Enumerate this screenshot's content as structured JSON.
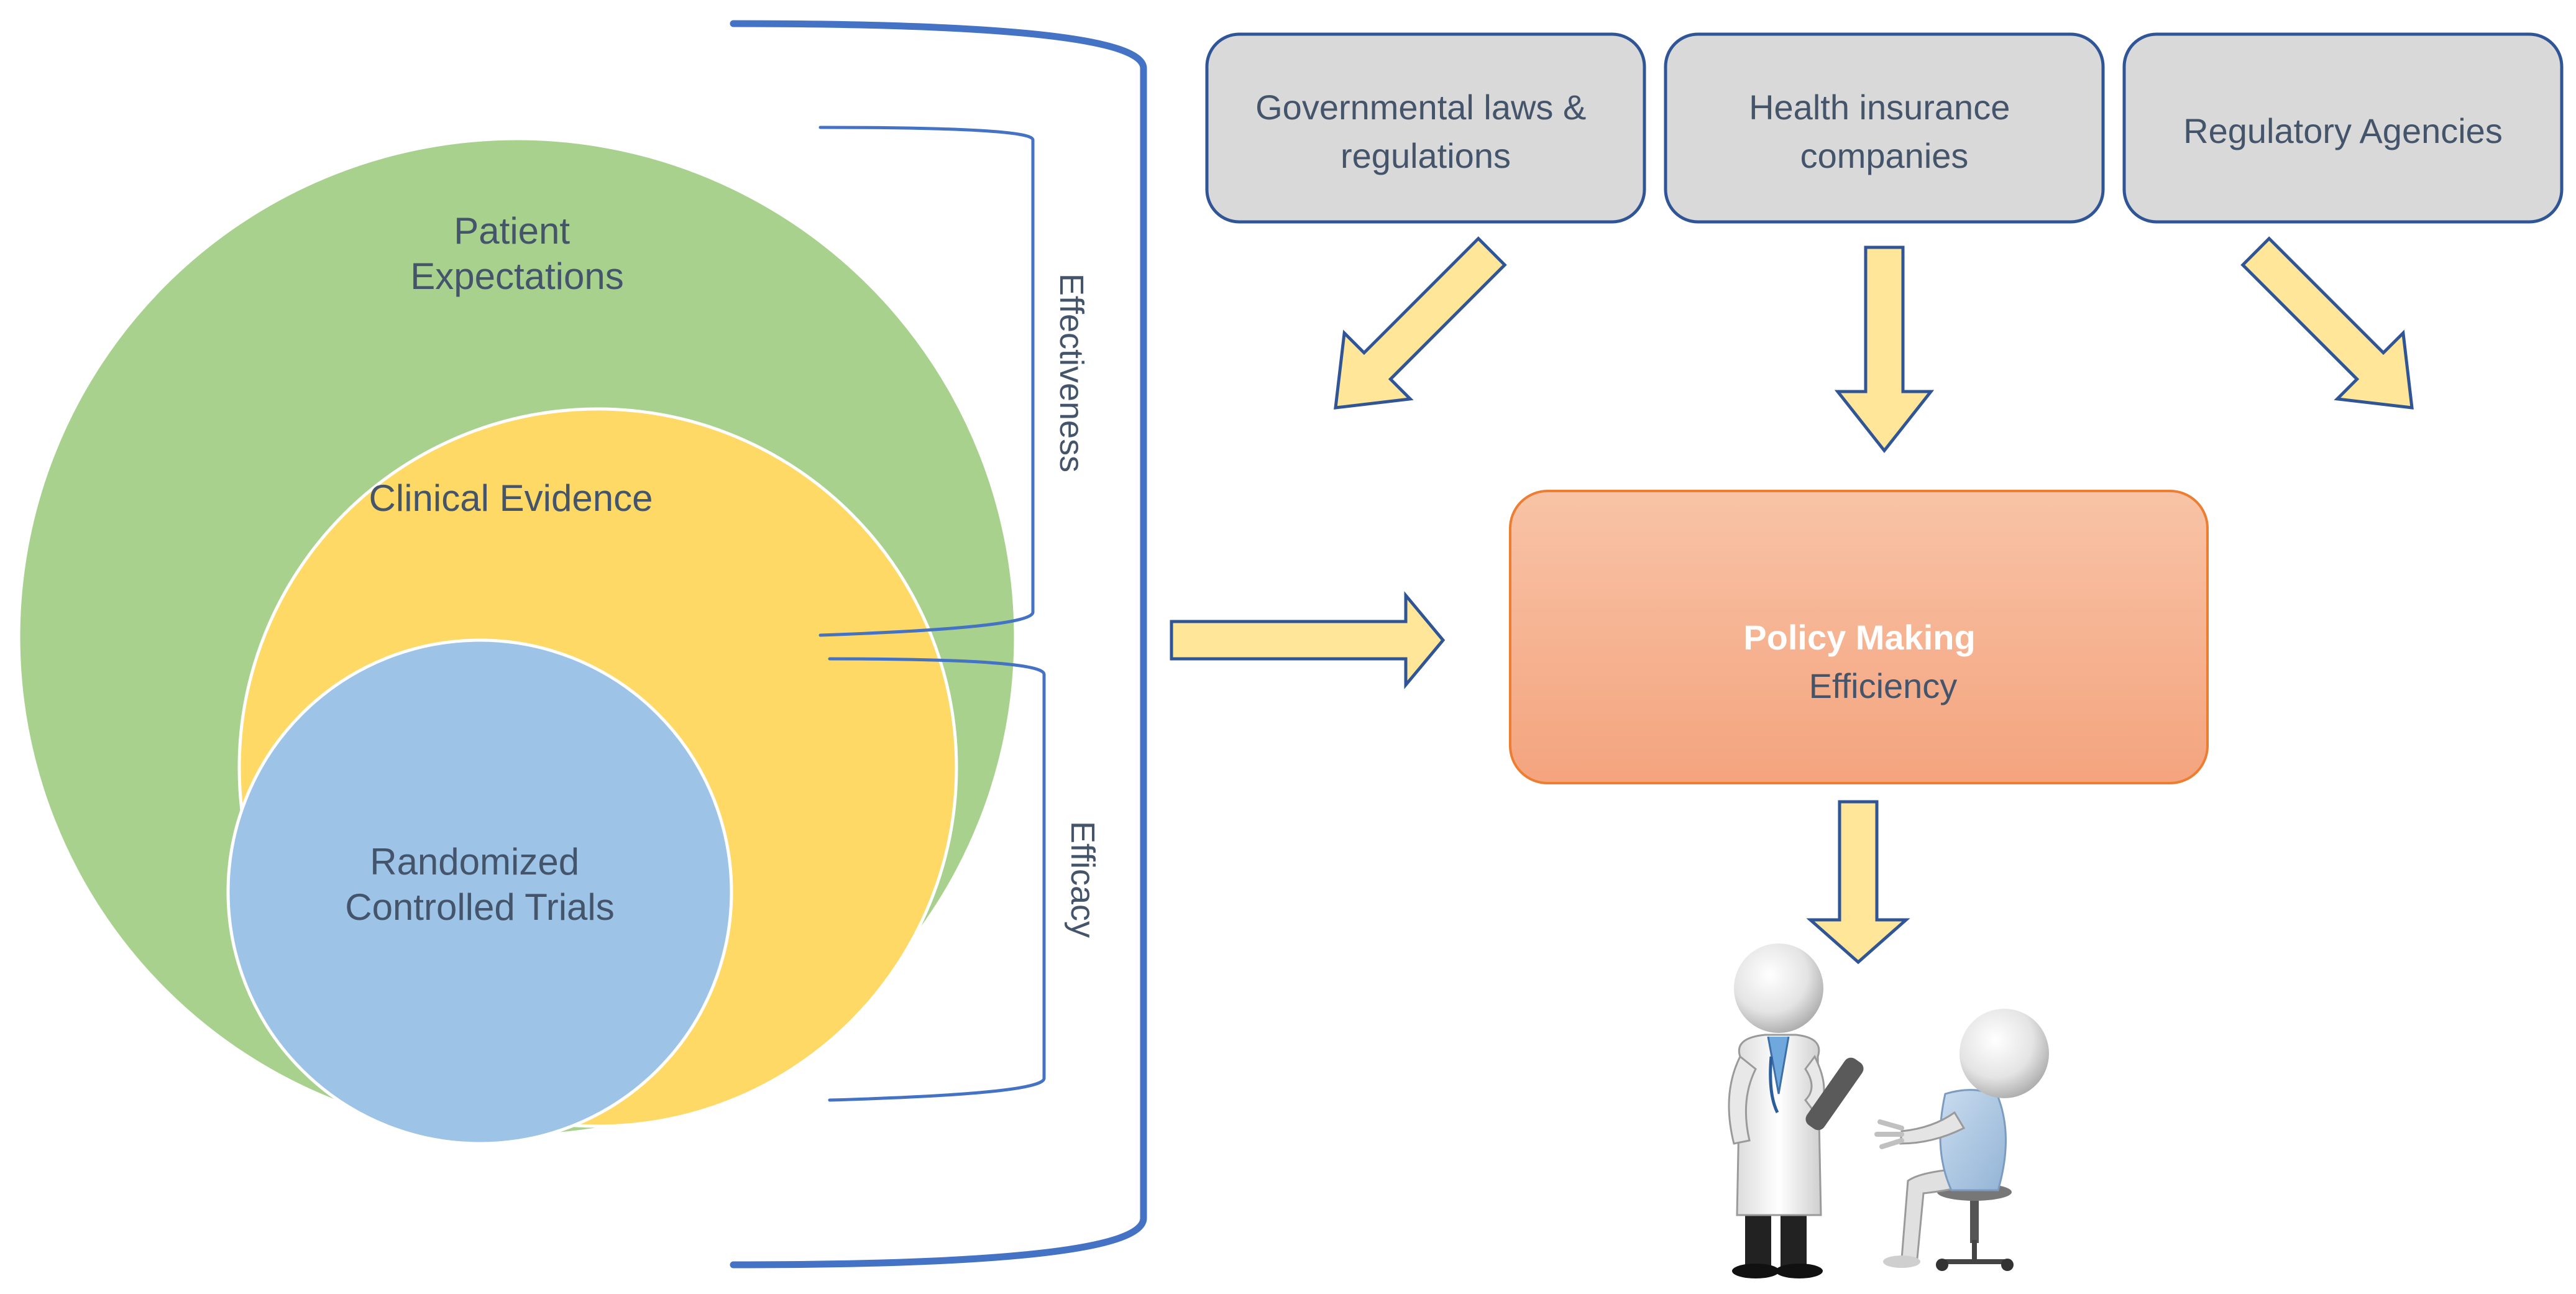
{
  "circles": {
    "outer_label": [
      "Patient",
      "Expectations"
    ],
    "middle_label": "Clinical Evidence",
    "inner_label": [
      "Randomized",
      "Controlled Trials"
    ]
  },
  "brackets": {
    "upper_label": "Effectiveness",
    "lower_label": "Efficacy"
  },
  "stakeholders": [
    {
      "lines": [
        "Governmental laws &",
        "regulations"
      ]
    },
    {
      "lines": [
        "Health insurance",
        "companies"
      ]
    },
    {
      "lines": [
        "Regulatory Agencies"
      ]
    }
  ],
  "policy": {
    "title": "Policy Making",
    "subtitle": "Efficiency"
  },
  "illustration": {
    "icon": "doctor-patient-icon"
  },
  "colors": {
    "green": "#a9d18e",
    "yellow": "#ffd966",
    "blue": "#9dc3e6",
    "bracket_blue": "#4472c4",
    "box_gray": "#d9d9d9",
    "box_border": "#2f5597",
    "arrow_fill": "#ffe699",
    "policy_top": "#f8cbad",
    "policy_bottom": "#f4a882"
  }
}
